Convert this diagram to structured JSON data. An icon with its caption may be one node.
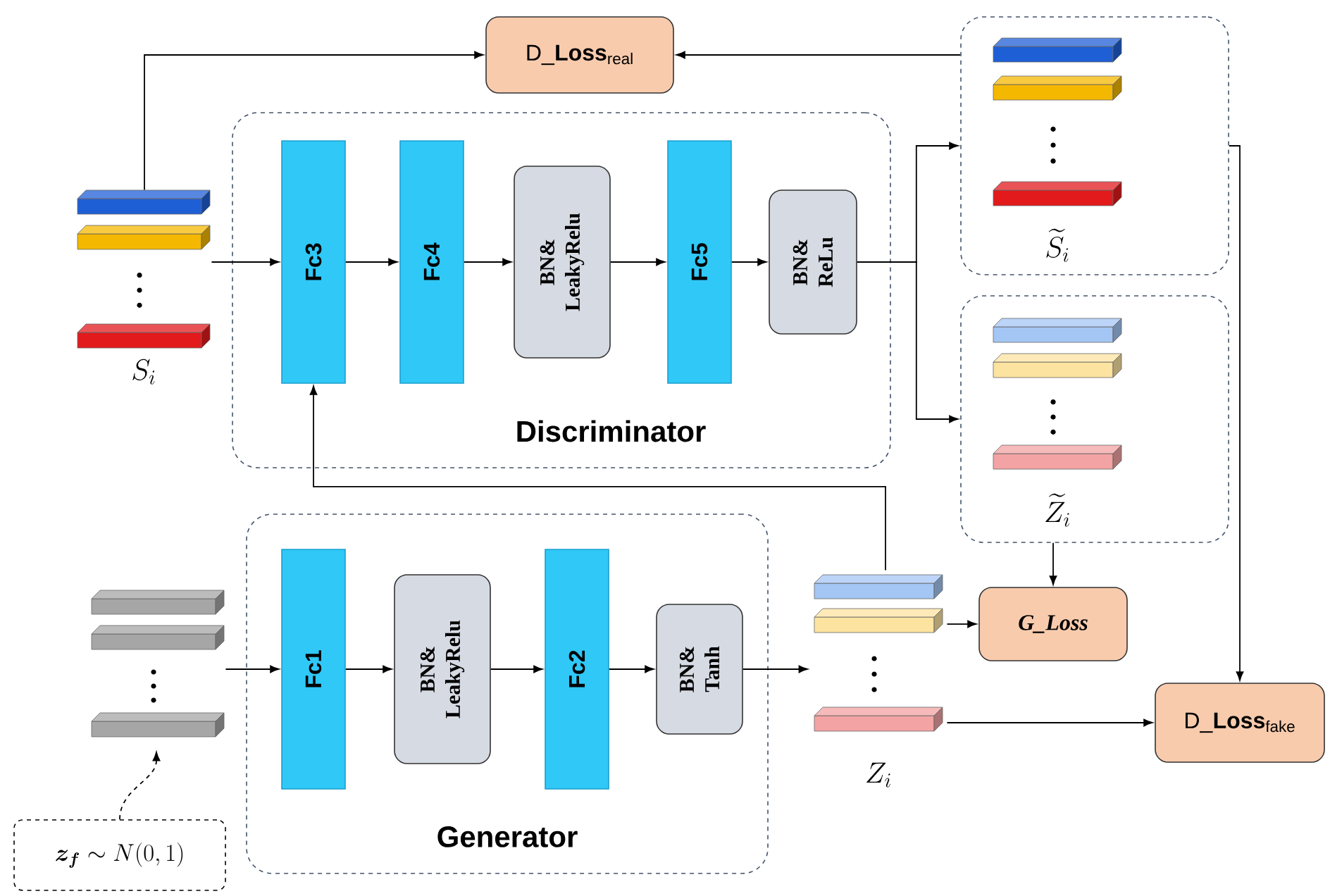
{
  "diagram": {
    "nodes": [
      {
        "text": [
          "Discriminator"
        ]
      },
      {
        "text": [
          "Fc3"
        ],
        "in": 0
      },
      {
        "text": [
          "Fc4"
        ],
        "in": 0
      },
      {
        "text": [
          "BN& LeakyRelu"
        ],
        "in": 0
      },
      {
        "text": [
          "Fc5"
        ],
        "in": 0
      },
      {
        "text": [
          "BN& ReLu"
        ],
        "in": 0
      },
      {
        "text": [
          "Generator"
        ]
      },
      {
        "text": [
          "Fc1"
        ],
        "in": 6
      },
      {
        "text": [
          "BN& LeakyRelu"
        ],
        "in": 6
      },
      {
        "text": [
          "Fc2"
        ],
        "in": 6
      },
      {
        "text": [
          "BN& Tanh"
        ],
        "in": 6
      },
      {
        "text": [
          "S_i"
        ]
      },
      {
        "text": [
          "\\widetilde{S}_i"
        ]
      },
      {
        "text": [
          "\\widetilde{Z}_i"
        ]
      },
      {
        "text": [
          "Z_i"
        ]
      },
      {
        "text": [],
        "shape": "bar"
      },
      {
        "text": [
          "\\boldsymbol{z_f}\\sim N(0,1)"
        ]
      },
      {
        "text": [
          "D_**Loss**$_{real}$"
        ]
      },
      {
        "text": [
          "G_Loss"
        ]
      },
      {
        "text": [
          "D_**Loss**$_{fake}$"
        ]
      }
    ],
    "edges": [
      {
        "from": 11,
        "to": 17,
        "arrow": "to"
      },
      {
        "from": 12,
        "to": 17,
        "arrow": "to"
      },
      {
        "from": 11,
        "to": 1,
        "arrow": "to"
      },
      {
        "from": 1,
        "to": 2,
        "arrow": "to"
      },
      {
        "from": 2,
        "to": 3,
        "arrow": "to"
      },
      {
        "from": 3,
        "to": 4,
        "arrow": "to"
      },
      {
        "from": 4,
        "to": 5,
        "arrow": "to"
      },
      {
        "from": 5,
        "to": 12,
        "arrow": "to"
      },
      {
        "from": 5,
        "to": 13,
        "arrow": "to"
      },
      {
        "from": 14,
        "to": 1,
        "arrow": "to"
      },
      {
        "from": 15,
        "to": 7,
        "arrow": "to"
      },
      {
        "from": 7,
        "to": 8,
        "arrow": "to"
      },
      {
        "from": 8,
        "to": 9,
        "arrow": "to"
      },
      {
        "from": 9,
        "to": 10,
        "arrow": "to"
      },
      {
        "from": 10,
        "to": 14,
        "arrow": "to"
      },
      {
        "from": 14,
        "to": 18,
        "arrow": "to"
      },
      {
        "from": 13,
        "to": 18,
        "arrow": "to"
      },
      {
        "from": 12,
        "to": 19,
        "arrow": "to"
      },
      {
        "from": 14,
        "to": 19,
        "arrow": "to"
      },
      {
        "from": 16,
        "to": 15,
        "arrow": "to",
        "style": "dashed"
      }
    ]
  }
}
